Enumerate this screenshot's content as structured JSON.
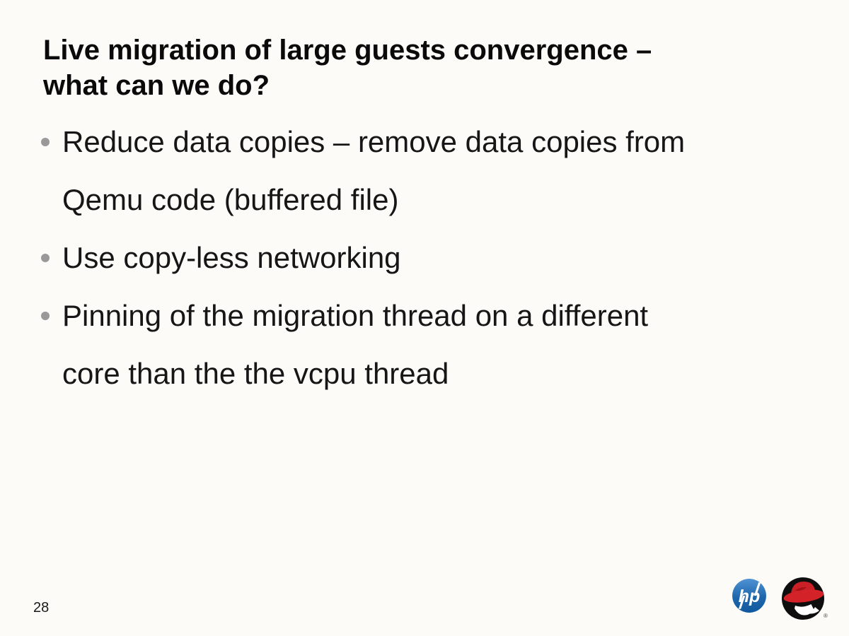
{
  "title": {
    "lines": [
      "Live migration of large guests convergence –",
      "what can we do?"
    ]
  },
  "bullets": [
    {
      "lines": [
        "Reduce data copies – remove data copies from",
        "Qemu code (buffered file)"
      ]
    },
    {
      "lines": [
        "Use copy-less networking"
      ]
    },
    {
      "lines": [
        "Pinning of the migration thread on a different",
        "core than the the vcpu thread"
      ]
    }
  ],
  "footer": {
    "page_number": "28"
  },
  "logos": {
    "hp_label": "hp",
    "redhat_registered_mark": "®"
  },
  "colors": {
    "background": "#fcfbf8",
    "title_text": "#0a0a0a",
    "body_text": "#161616",
    "bullet_marker": "#999999",
    "hp_blue_dark": "#11589e",
    "hp_blue_light": "#4e93d4",
    "redhat_black": "#0e0e0e",
    "redhat_red": "#cc2027"
  }
}
